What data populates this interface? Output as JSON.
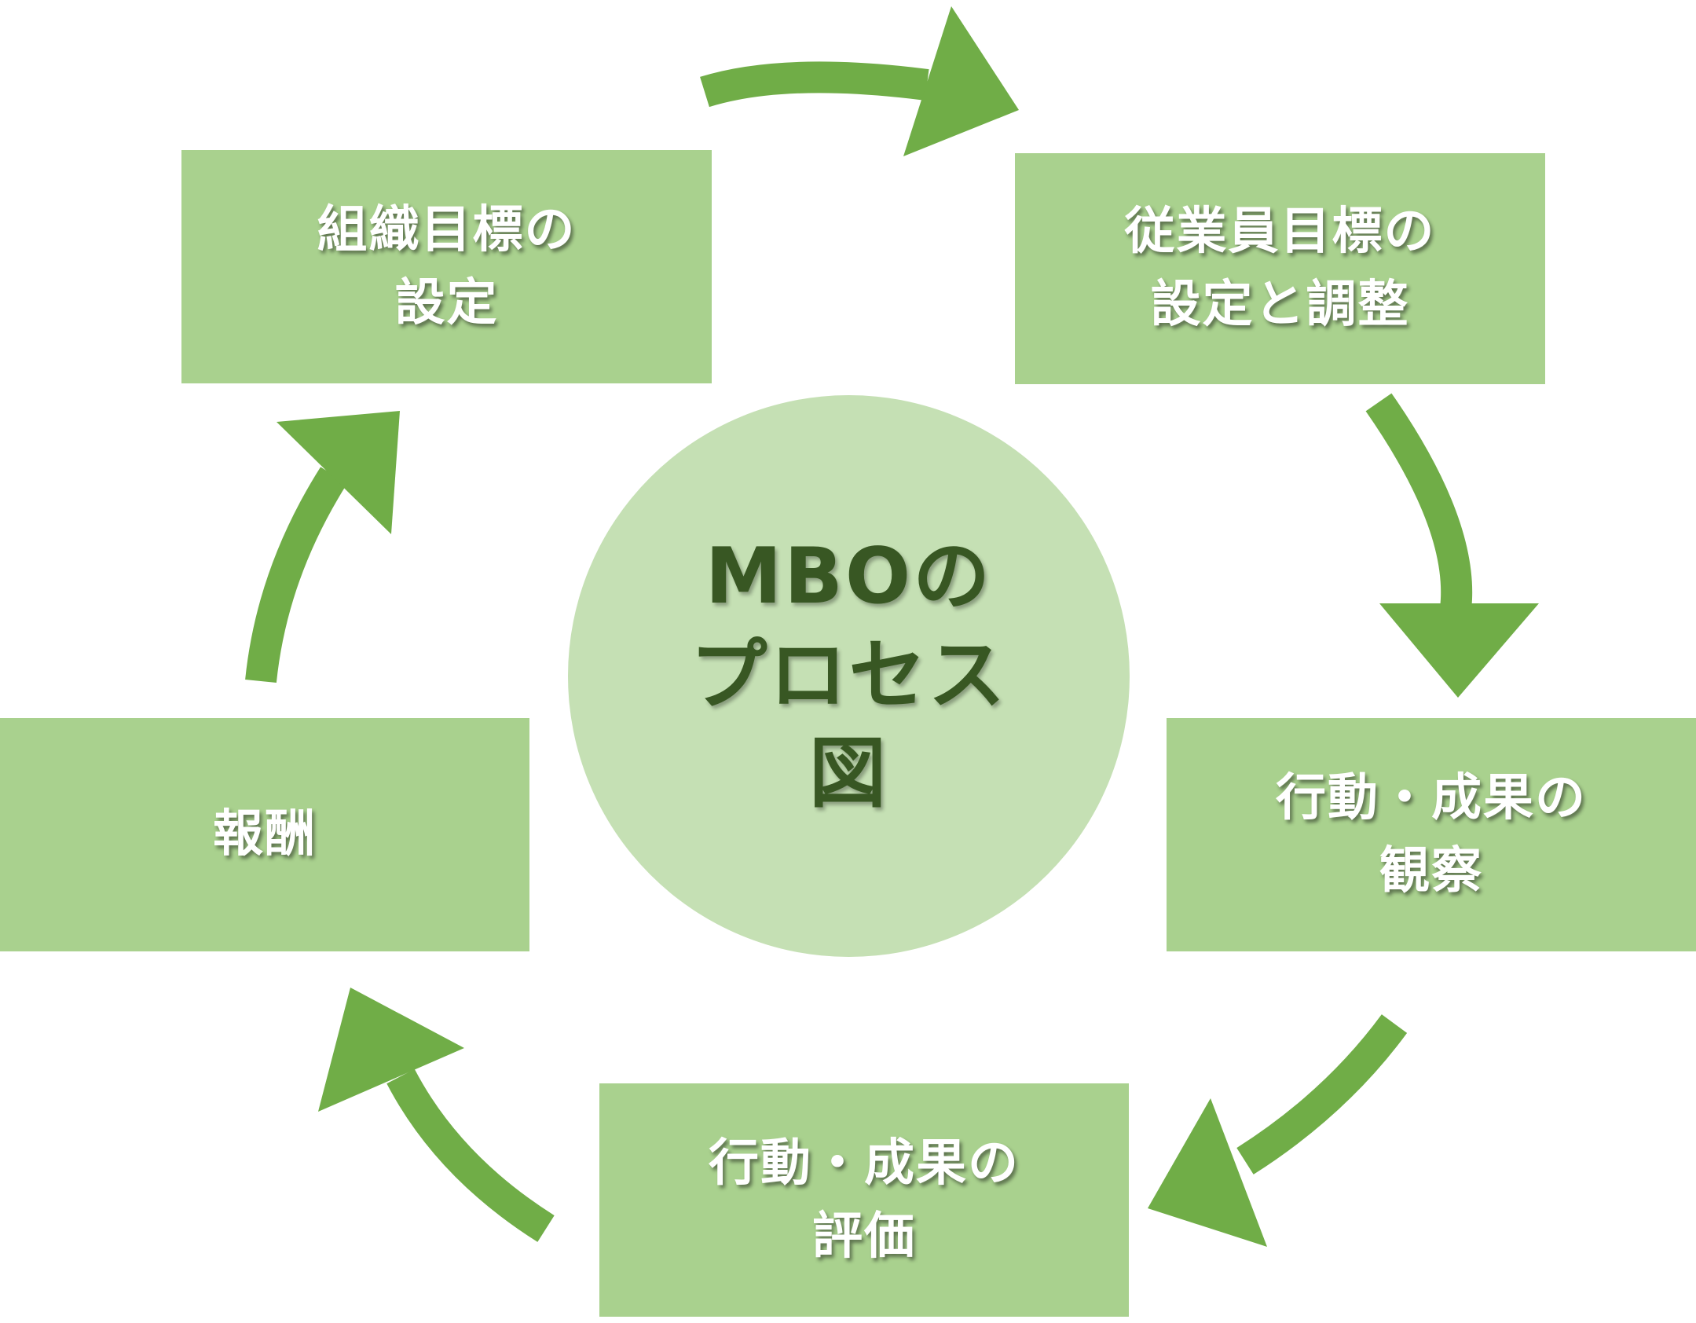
{
  "diagram": {
    "title": "MBOのプロセス図",
    "center_lines": "MBOの\nプロセス\n図",
    "steps": [
      {
        "id": "org",
        "label": "組織目標の\n設定"
      },
      {
        "id": "emp",
        "label": "従業員目標の\n設定と調整"
      },
      {
        "id": "obs",
        "label": "行動・成果の\n観察"
      },
      {
        "id": "eval",
        "label": "行動・成果の\n評価"
      },
      {
        "id": "reward",
        "label": "報酬"
      }
    ],
    "colors": {
      "box_fill": "#a9d18e",
      "circle_fill": "#c5e0b4",
      "arrow_fill": "#70ad47",
      "center_text": "#385723",
      "box_text": "#ffffff"
    }
  }
}
